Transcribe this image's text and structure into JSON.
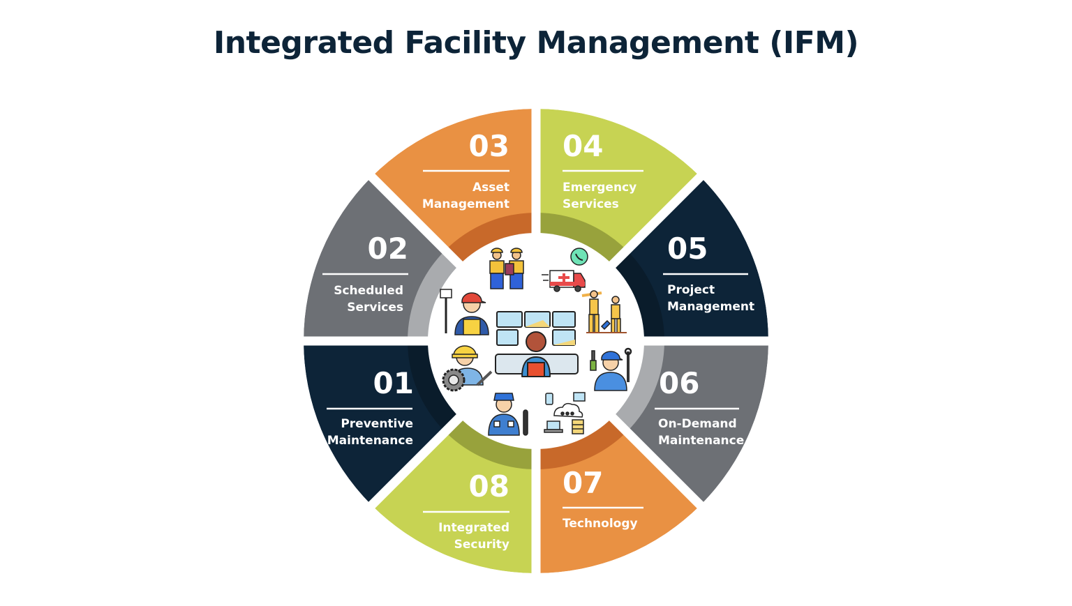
{
  "title": "Integrated Facility Management (IFM)",
  "colors": {
    "navy": "#0d2438",
    "gray": "#6d7075",
    "orange": "#e99143",
    "green": "#c7d353",
    "navy_inner": "#0a1c2b",
    "gray_inner": "#a9abae",
    "orange_inner": "#c8692a",
    "green_inner": "#98a23c"
  },
  "segments": [
    {
      "number": "01",
      "line1": "Preventive",
      "line2": "Maintenance",
      "icon": "engineer-gear-icon",
      "color": "navy"
    },
    {
      "number": "02",
      "line1": "Scheduled",
      "line2": "Services",
      "icon": "janitor-mop-icon",
      "color": "gray"
    },
    {
      "number": "03",
      "line1": "Asset",
      "line2": "Management",
      "icon": "inspectors-clipboard-icon",
      "color": "orange"
    },
    {
      "number": "04",
      "line1": "Emergency",
      "line2": "Services",
      "icon": "ambulance-phone-icon",
      "color": "green"
    },
    {
      "number": "05",
      "line1": "Project",
      "line2": "Management",
      "icon": "construction-workers-icon",
      "color": "navy"
    },
    {
      "number": "06",
      "line1": "On-Demand",
      "line2": "Maintenance",
      "icon": "repairman-tools-icon",
      "color": "gray"
    },
    {
      "number": "07",
      "line1": "Technology",
      "line2": "",
      "icon": "cloud-network-icon",
      "color": "orange"
    },
    {
      "number": "08",
      "line1": "Integrated",
      "line2": "Security",
      "icon": "security-guard-icon",
      "color": "green"
    }
  ],
  "center": {
    "icon": "control-room-operator-icon"
  }
}
